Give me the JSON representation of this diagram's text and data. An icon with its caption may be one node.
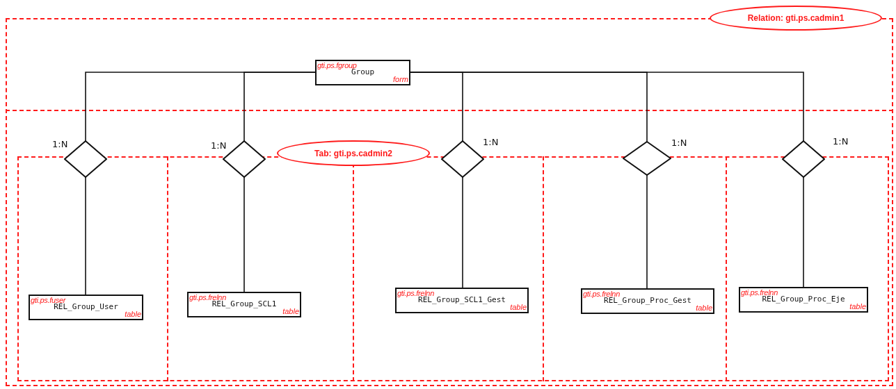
{
  "diagram": {
    "nodes": [
      {
        "text": [
          "Relation: gti.ps.cadmin1"
        ]
      },
      {
        "text": [
          "gti.ps.fgroup",
          "Group",
          "form"
        ],
        "in": 0
      },
      {
        "text": [
          "Tab: gti.ps.cadmin2"
        ],
        "in": 0
      },
      {
        "text": [],
        "shape": "diamond",
        "in": 2,
        "beside": [
          "1:N"
        ]
      },
      {
        "text": [],
        "shape": "diamond",
        "in": 2,
        "beside": [
          "1:N"
        ]
      },
      {
        "text": [],
        "shape": "diamond",
        "in": 2,
        "beside": [
          "1:N"
        ]
      },
      {
        "text": [],
        "shape": "diamond",
        "in": 2,
        "beside": [
          "1:N"
        ]
      },
      {
        "text": [],
        "shape": "diamond",
        "in": 2,
        "beside": [
          "1:N"
        ]
      },
      {
        "text": [
          "gti.ps.fuser",
          "REL_Group_User",
          "table"
        ],
        "in": 2
      },
      {
        "text": [
          "gti.ps.frelnn",
          "REL_Group_SCL1",
          "table"
        ],
        "in": 2
      },
      {
        "text": [
          "gti.ps.frelnn",
          "REL_Group_SCL1_Gest",
          "table"
        ],
        "in": 2
      },
      {
        "text": [
          "gti.ps.frelnn",
          "REL_Group_Proc_Gest",
          "table"
        ],
        "in": 2
      },
      {
        "text": [
          "gti.ps.frelnn",
          "REL_Group_Proc_Eje",
          "table"
        ],
        "in": 2
      }
    ],
    "edges": [
      {
        "from": 1,
        "to": 3,
        "arrow": "none"
      },
      {
        "from": 1,
        "to": 4,
        "arrow": "none"
      },
      {
        "from": 1,
        "to": 5,
        "arrow": "none"
      },
      {
        "from": 1,
        "to": 6,
        "arrow": "none"
      },
      {
        "from": 1,
        "to": 7,
        "arrow": "none"
      },
      {
        "from": 3,
        "to": 8,
        "arrow": "none"
      },
      {
        "from": 4,
        "to": 9,
        "arrow": "none"
      },
      {
        "from": 5,
        "to": 10,
        "arrow": "none"
      },
      {
        "from": 6,
        "to": 11,
        "arrow": "none"
      },
      {
        "from": 7,
        "to": 12,
        "arrow": "none"
      }
    ]
  }
}
